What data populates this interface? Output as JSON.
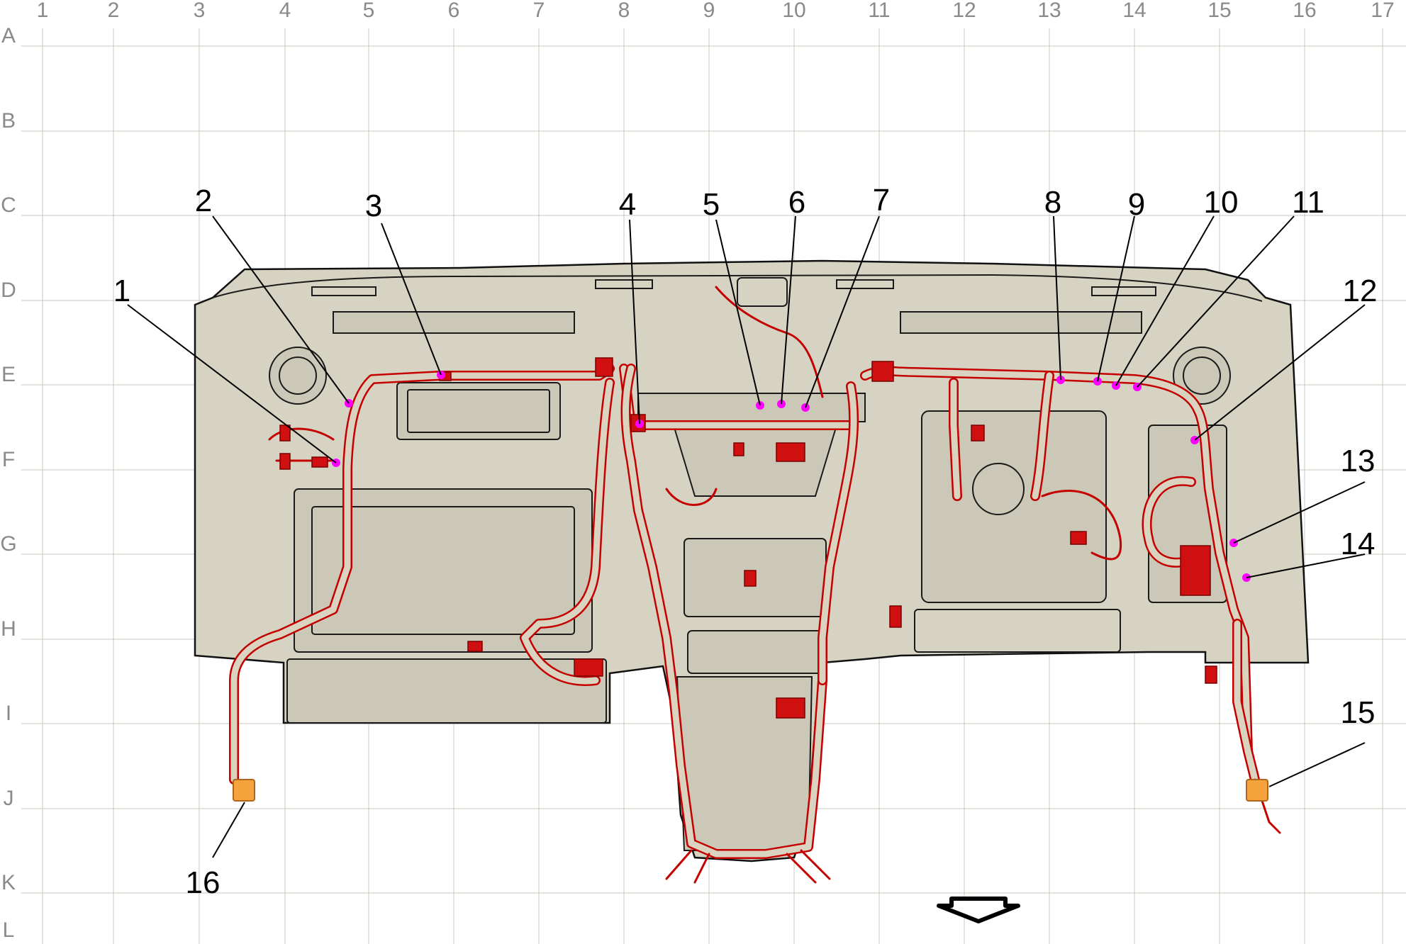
{
  "grid": {
    "columns": [
      "1",
      "2",
      "3",
      "4",
      "5",
      "6",
      "7",
      "8",
      "9",
      "10",
      "11",
      "12",
      "13",
      "14",
      "15",
      "16",
      "17"
    ],
    "rows": [
      "A",
      "B",
      "C",
      "D",
      "E",
      "F",
      "G",
      "H",
      "I",
      "J",
      "K",
      "L"
    ]
  },
  "callouts": [
    "1",
    "2",
    "3",
    "4",
    "5",
    "6",
    "7",
    "8",
    "9",
    "10",
    "11",
    "12",
    "13",
    "14",
    "15",
    "16"
  ],
  "colors": {
    "panel": "#d6d3c3",
    "harness": "#c40000",
    "location_marker": "#ff00ff",
    "inline_connector": "#f5a33c",
    "grid_label": "#8a8a8a"
  },
  "icons": {
    "direction_arrow": "down-arrow-icon"
  }
}
